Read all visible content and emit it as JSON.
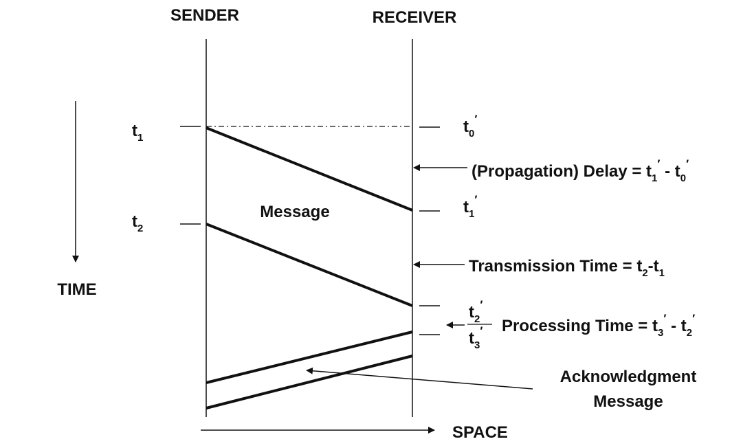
{
  "diagram": {
    "sender_label": "SENDER",
    "receiver_label": "RECEIVER",
    "time_label": "TIME",
    "space_label": "SPACE",
    "message_label": "Message",
    "t1": {
      "base": "t",
      "sub": "1"
    },
    "t2": {
      "base": "t",
      "sub": "2"
    },
    "t0p": {
      "base": "t",
      "sub": "0",
      "prime": "′"
    },
    "t1p": {
      "base": "t",
      "sub": "1",
      "prime": "′"
    },
    "t2p": {
      "base": "t",
      "sub": "2",
      "prime": "′"
    },
    "t3p": {
      "base": "t",
      "sub": "3",
      "prime": "′"
    },
    "propagation": {
      "text": "(Propagation) Delay = t",
      "sub_a": "1",
      "prime_a": "′",
      "mid": " - t",
      "sub_b": "0",
      "prime_b": "′"
    },
    "transmission": {
      "text": "Transmission Time = t",
      "sub_a": "2",
      "mid": "-t",
      "sub_b": "1"
    },
    "processing": {
      "text": "Processing Time = t",
      "sub_a": "3",
      "prime_a": "′",
      "mid": " - t",
      "sub_b": "2",
      "prime_b": "′"
    },
    "ack_line1": "Acknowledgment",
    "ack_line2": "Message",
    "color": "#111111"
  }
}
